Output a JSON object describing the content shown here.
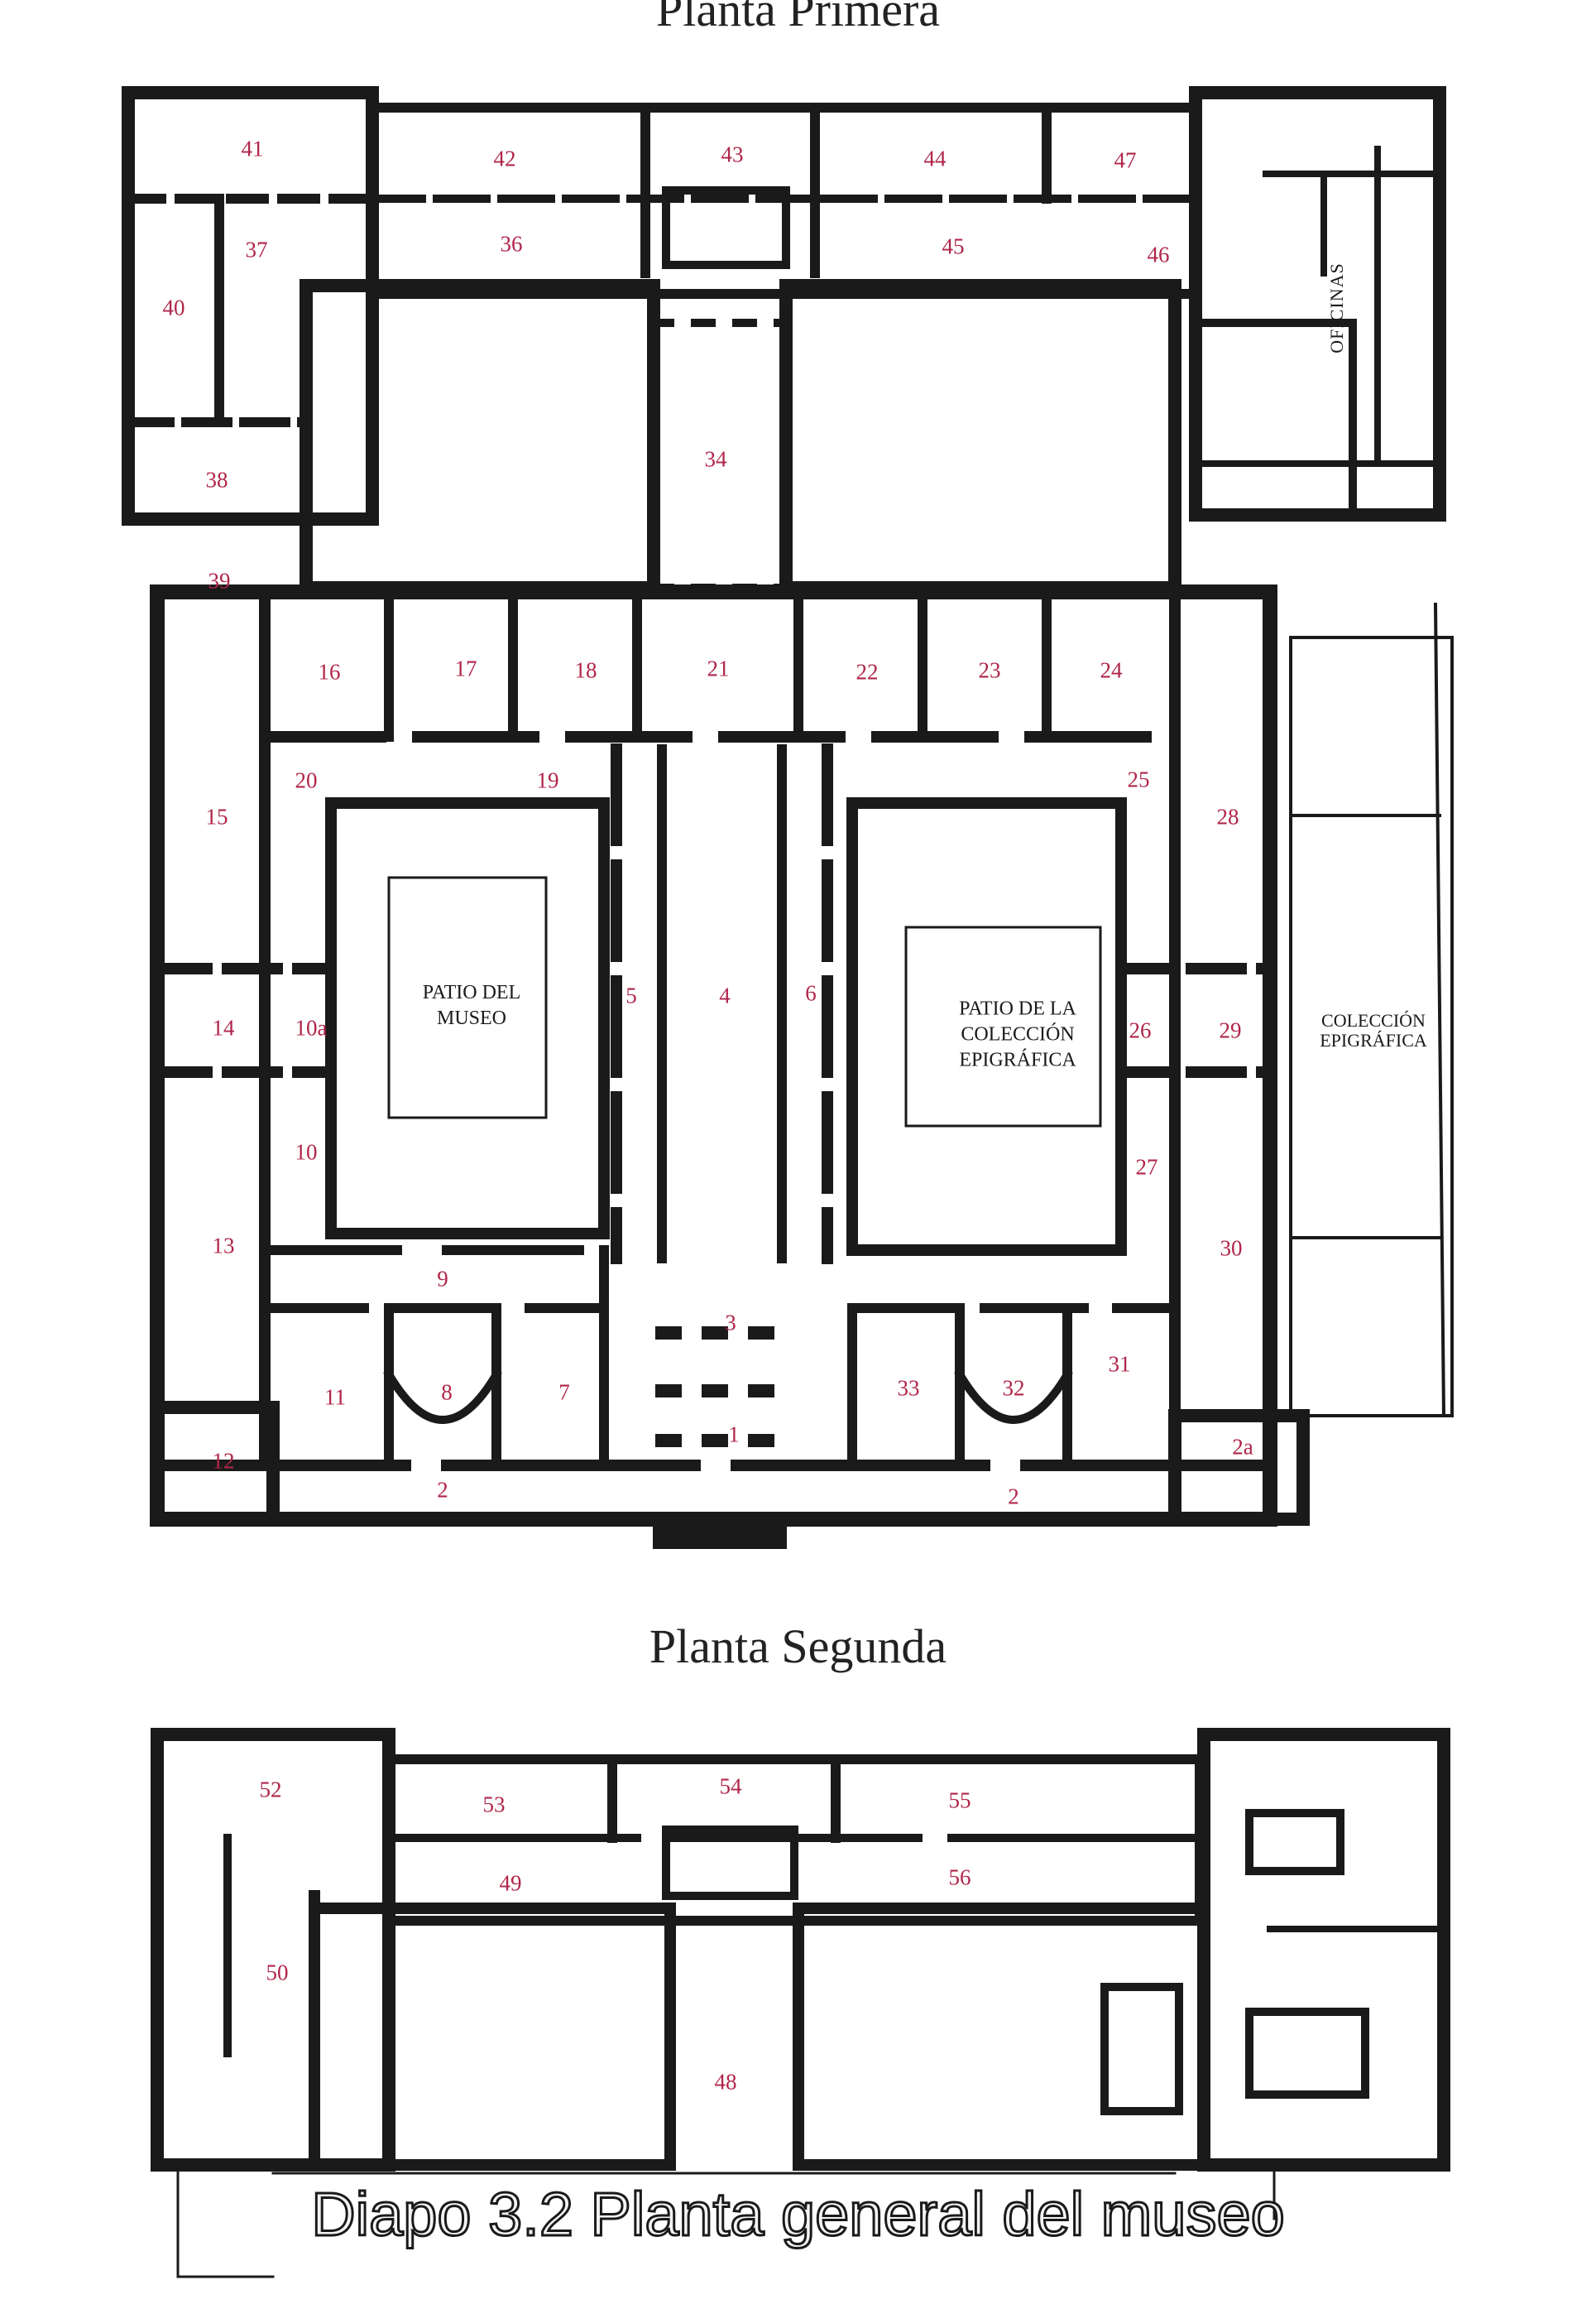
{
  "headings": {
    "planta_primera": "Planta Primera",
    "planta_segunda": "Planta Segunda"
  },
  "caption": "Diapo 3.2 Planta general del museo",
  "colors": {
    "room_number": "#b0264a",
    "wall": "#1a1a1a",
    "background": "#ffffff"
  },
  "areas": {
    "patio_museo": "PATIO DEL\nMUSEO",
    "patio_epigrafica": "PATIO DE LA\nCOLECCIÓN\nEPIGRÁFICA",
    "coleccion_epigrafica": "COLECCIÓN\nEPIGRÁFICA",
    "oficinas": "OFICINAS"
  },
  "rooms_primera": [
    "41",
    "42",
    "43",
    "44",
    "47",
    "37",
    "36",
    "45",
    "46",
    "40",
    "34",
    "38",
    "39",
    "16",
    "17",
    "18",
    "21",
    "22",
    "23",
    "24",
    "20",
    "19",
    "25",
    "15",
    "28",
    "5",
    "4",
    "6",
    "14",
    "10a",
    "26",
    "29",
    "10",
    "27",
    "13",
    "9",
    "30",
    "3",
    "11",
    "8",
    "7",
    "33",
    "32",
    "31",
    "12",
    "1",
    "2",
    "2a",
    "2"
  ],
  "rooms_segunda": [
    "52",
    "53",
    "54",
    "55",
    "49",
    "56",
    "50",
    "48"
  ]
}
